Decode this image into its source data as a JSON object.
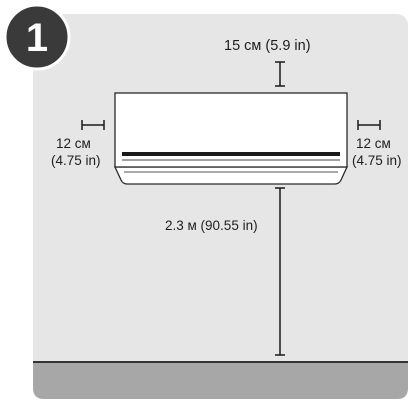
{
  "step": {
    "number": "1"
  },
  "clearances": {
    "top": "15 см (5.9 in)",
    "left_cm": "12 см",
    "left_in": "(4.75 in)",
    "right_cm": "12 см",
    "right_in": "(4.75 in)",
    "floor": "2.3 м (90.55 in)"
  },
  "colors": {
    "wall": "#e6e6e6",
    "floor": "#a7a7a7",
    "badge": "#3a3a3a",
    "unit_body": "#ffffff",
    "outline": "#2a2a2a",
    "floor_line": "#333333"
  }
}
